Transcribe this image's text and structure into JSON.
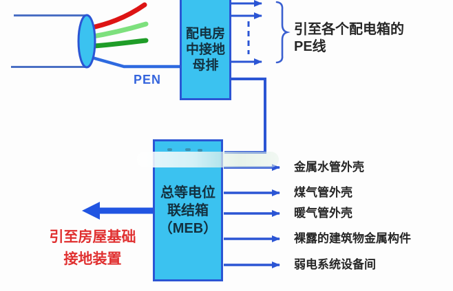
{
  "colors": {
    "background": "#fdfdfd",
    "accent_blue": "#2b55d4",
    "bright_blue": "#2155e2",
    "cable_outline_blue": "#4a6fc4",
    "pen_wire_blue": "#2e6ae0",
    "box_fill": "#3bc2f0",
    "box_border": "#2b55d4",
    "box_text": "#13303f",
    "label_text": "#262626",
    "red_text": "#e03030",
    "wire_red": "#dd1414",
    "wire_light_green": "#7de07d",
    "wire_dark_green": "#1f9d28",
    "brace_blue": "#3a5fd0"
  },
  "cable": {
    "pen_label": "PEN"
  },
  "top_box": {
    "lines": [
      "配电房",
      "中接地",
      "母排"
    ]
  },
  "pe_note": {
    "lines": [
      "引至各个配电箱的",
      "PE线"
    ]
  },
  "meb_box": {
    "lines": [
      "总等电位",
      "联结箱",
      "（MEB）"
    ]
  },
  "right_connections": [
    "金属水管外壳",
    "煤气管外壳",
    "暖气管外壳",
    "裸露的建筑物金属构件",
    "弱电系统设备间"
  ],
  "ground_note": {
    "lines": [
      "引至房屋基础",
      "接地装置"
    ]
  }
}
